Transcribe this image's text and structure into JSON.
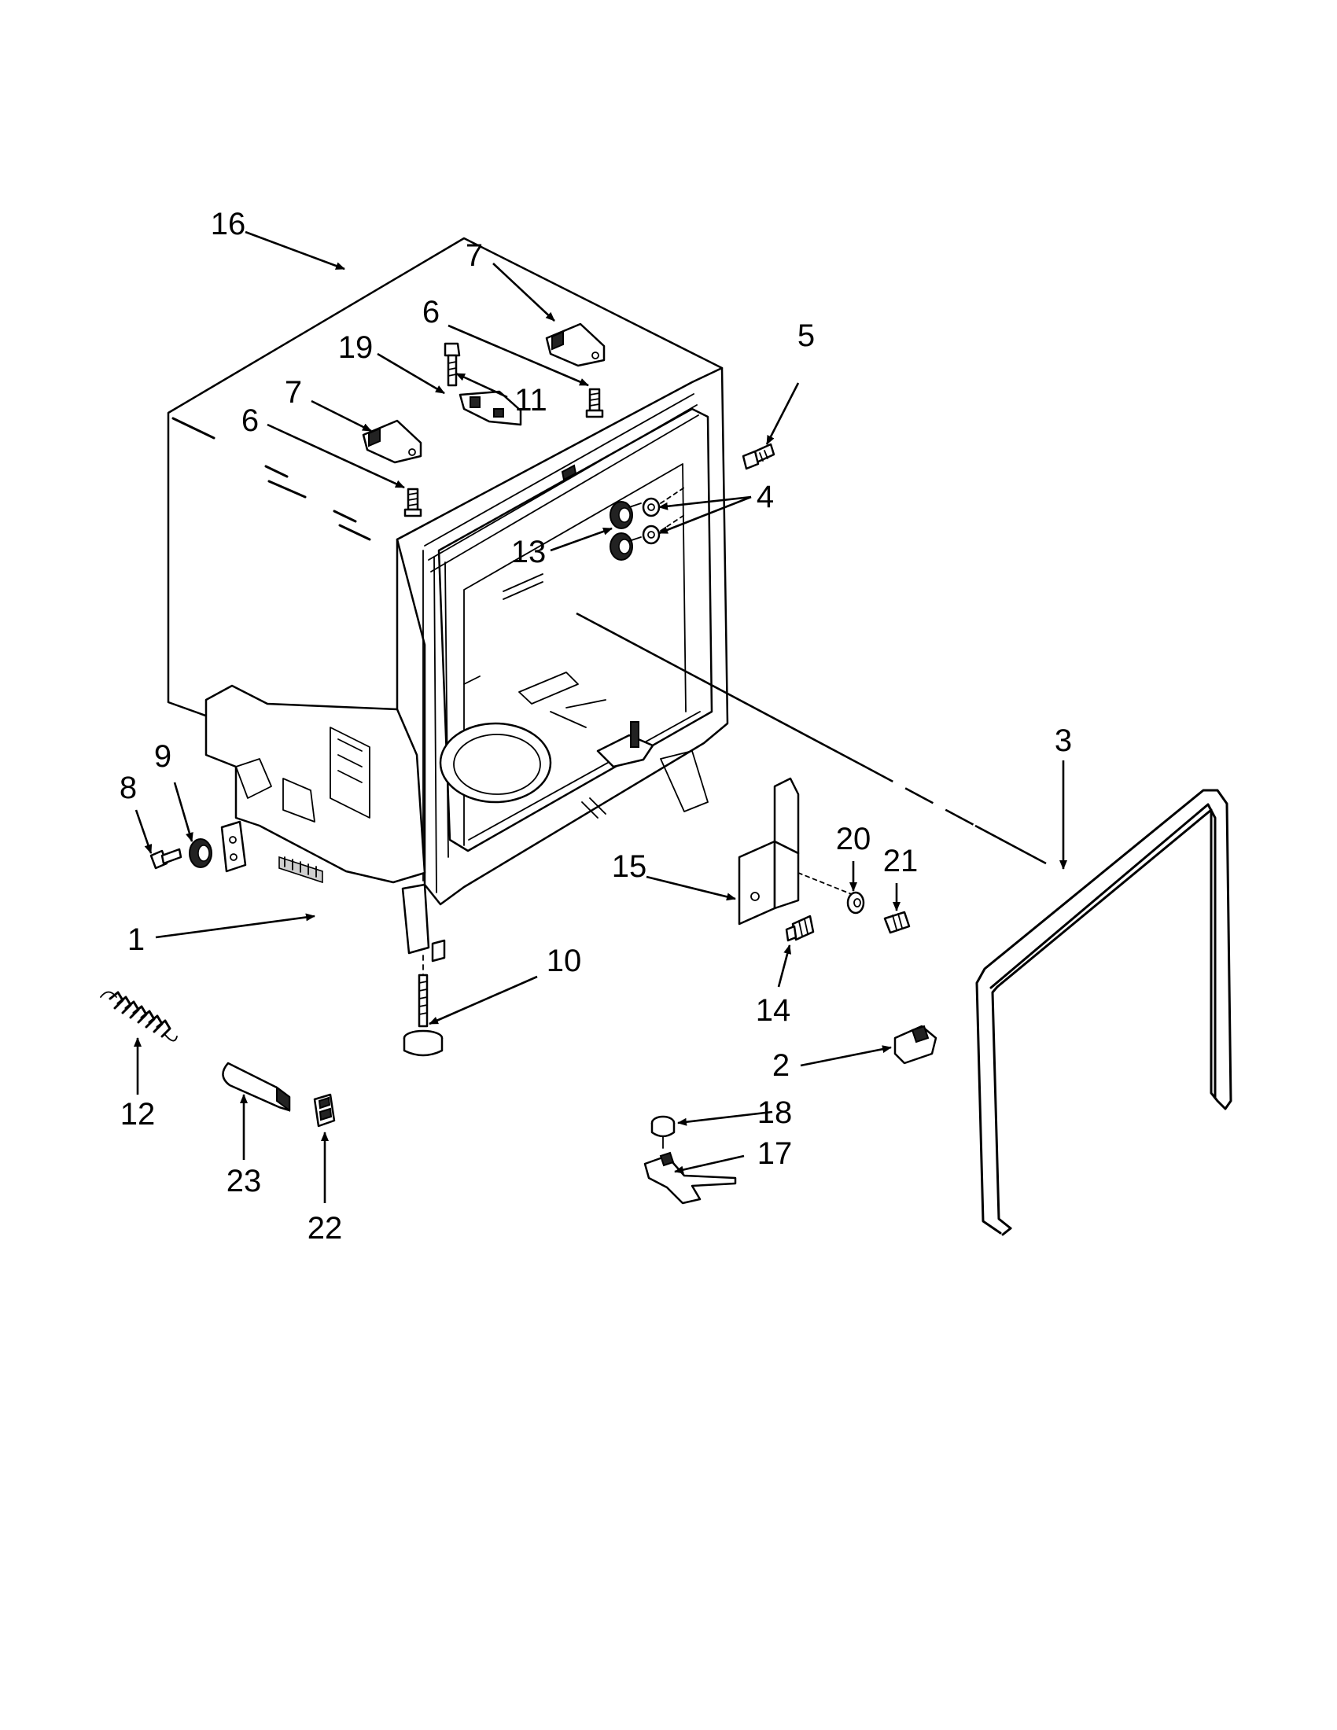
{
  "callouts": [
    {
      "id": "16",
      "text": "16"
    },
    {
      "id": "7a",
      "text": "7"
    },
    {
      "id": "6a",
      "text": "6"
    },
    {
      "id": "19",
      "text": "19"
    },
    {
      "id": "11",
      "text": "11"
    },
    {
      "id": "5",
      "text": "5"
    },
    {
      "id": "7b",
      "text": "7"
    },
    {
      "id": "6b",
      "text": "6"
    },
    {
      "id": "4",
      "text": "4"
    },
    {
      "id": "13",
      "text": "13"
    },
    {
      "id": "3",
      "text": "3"
    },
    {
      "id": "9",
      "text": "9"
    },
    {
      "id": "8",
      "text": "8"
    },
    {
      "id": "20",
      "text": "20"
    },
    {
      "id": "21",
      "text": "21"
    },
    {
      "id": "15",
      "text": "15"
    },
    {
      "id": "1",
      "text": "1"
    },
    {
      "id": "10",
      "text": "10"
    },
    {
      "id": "14",
      "text": "14"
    },
    {
      "id": "2",
      "text": "2"
    },
    {
      "id": "12",
      "text": "12"
    },
    {
      "id": "18",
      "text": "18"
    },
    {
      "id": "17",
      "text": "17"
    },
    {
      "id": "23",
      "text": "23"
    },
    {
      "id": "22",
      "text": "22"
    }
  ]
}
